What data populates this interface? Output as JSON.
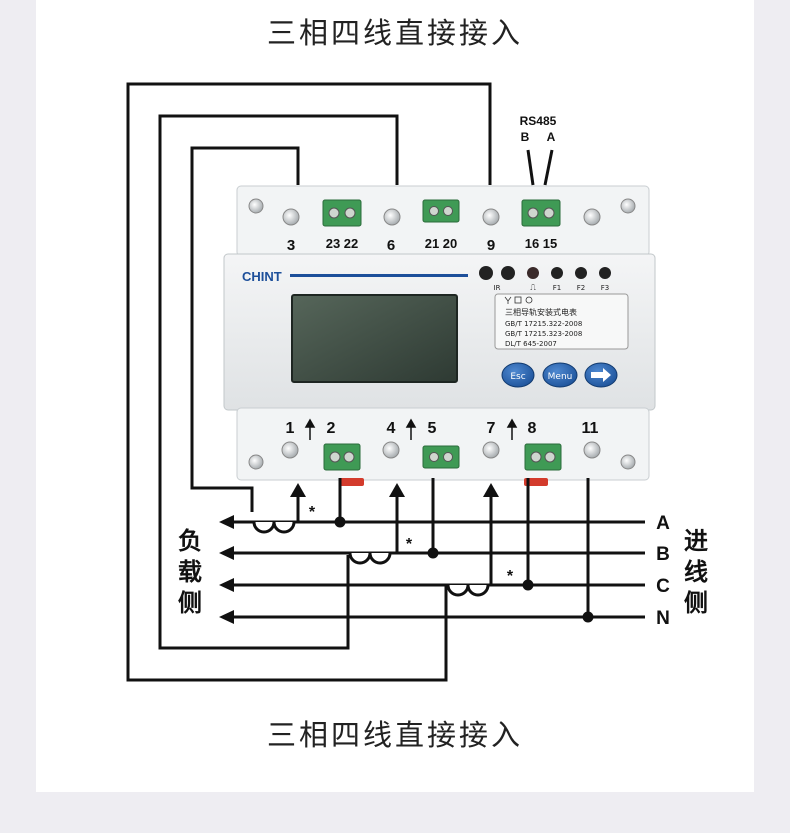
{
  "headings": {
    "top": "三相四线直接接入",
    "bottom": "三相四线直接接入"
  },
  "meter": {
    "brand": "CHINT",
    "led_labels": [
      "IR",
      "⎍",
      "F1",
      "F2",
      "F3"
    ],
    "info_line1": "三相导轨安装式电表",
    "info_line2": "GB/T 17215.322-2008",
    "info_line3": "GB/T 17215.323-2008",
    "info_line4": "DL/T 645-2007",
    "buttons": {
      "esc": "Esc",
      "menu": "Menu"
    },
    "top_terminals": {
      "t3": "3",
      "t23_22": "23 22",
      "t6": "6",
      "t21_20": "21 20",
      "t9": "9",
      "t16_15": "16 15"
    },
    "bottom_terminals": {
      "t1": "1",
      "t2": "2",
      "t4": "4",
      "t5": "5",
      "t7": "7",
      "t8": "8",
      "t11": "11"
    }
  },
  "rs485": {
    "title": "RS485",
    "b": "B",
    "a": "A"
  },
  "phases": [
    "A",
    "B",
    "C",
    "N"
  ],
  "side_labels": {
    "load": [
      "负",
      "载",
      "侧"
    ],
    "incoming": [
      "进",
      "线",
      "侧"
    ]
  },
  "ct_mark": "*",
  "colors": {
    "meter_body": "#e9ecee",
    "lcd": "#3e4e43",
    "button_blue": "#1f5aa5",
    "brand_blue": "#1d4f9a",
    "wire": "#111111"
  }
}
